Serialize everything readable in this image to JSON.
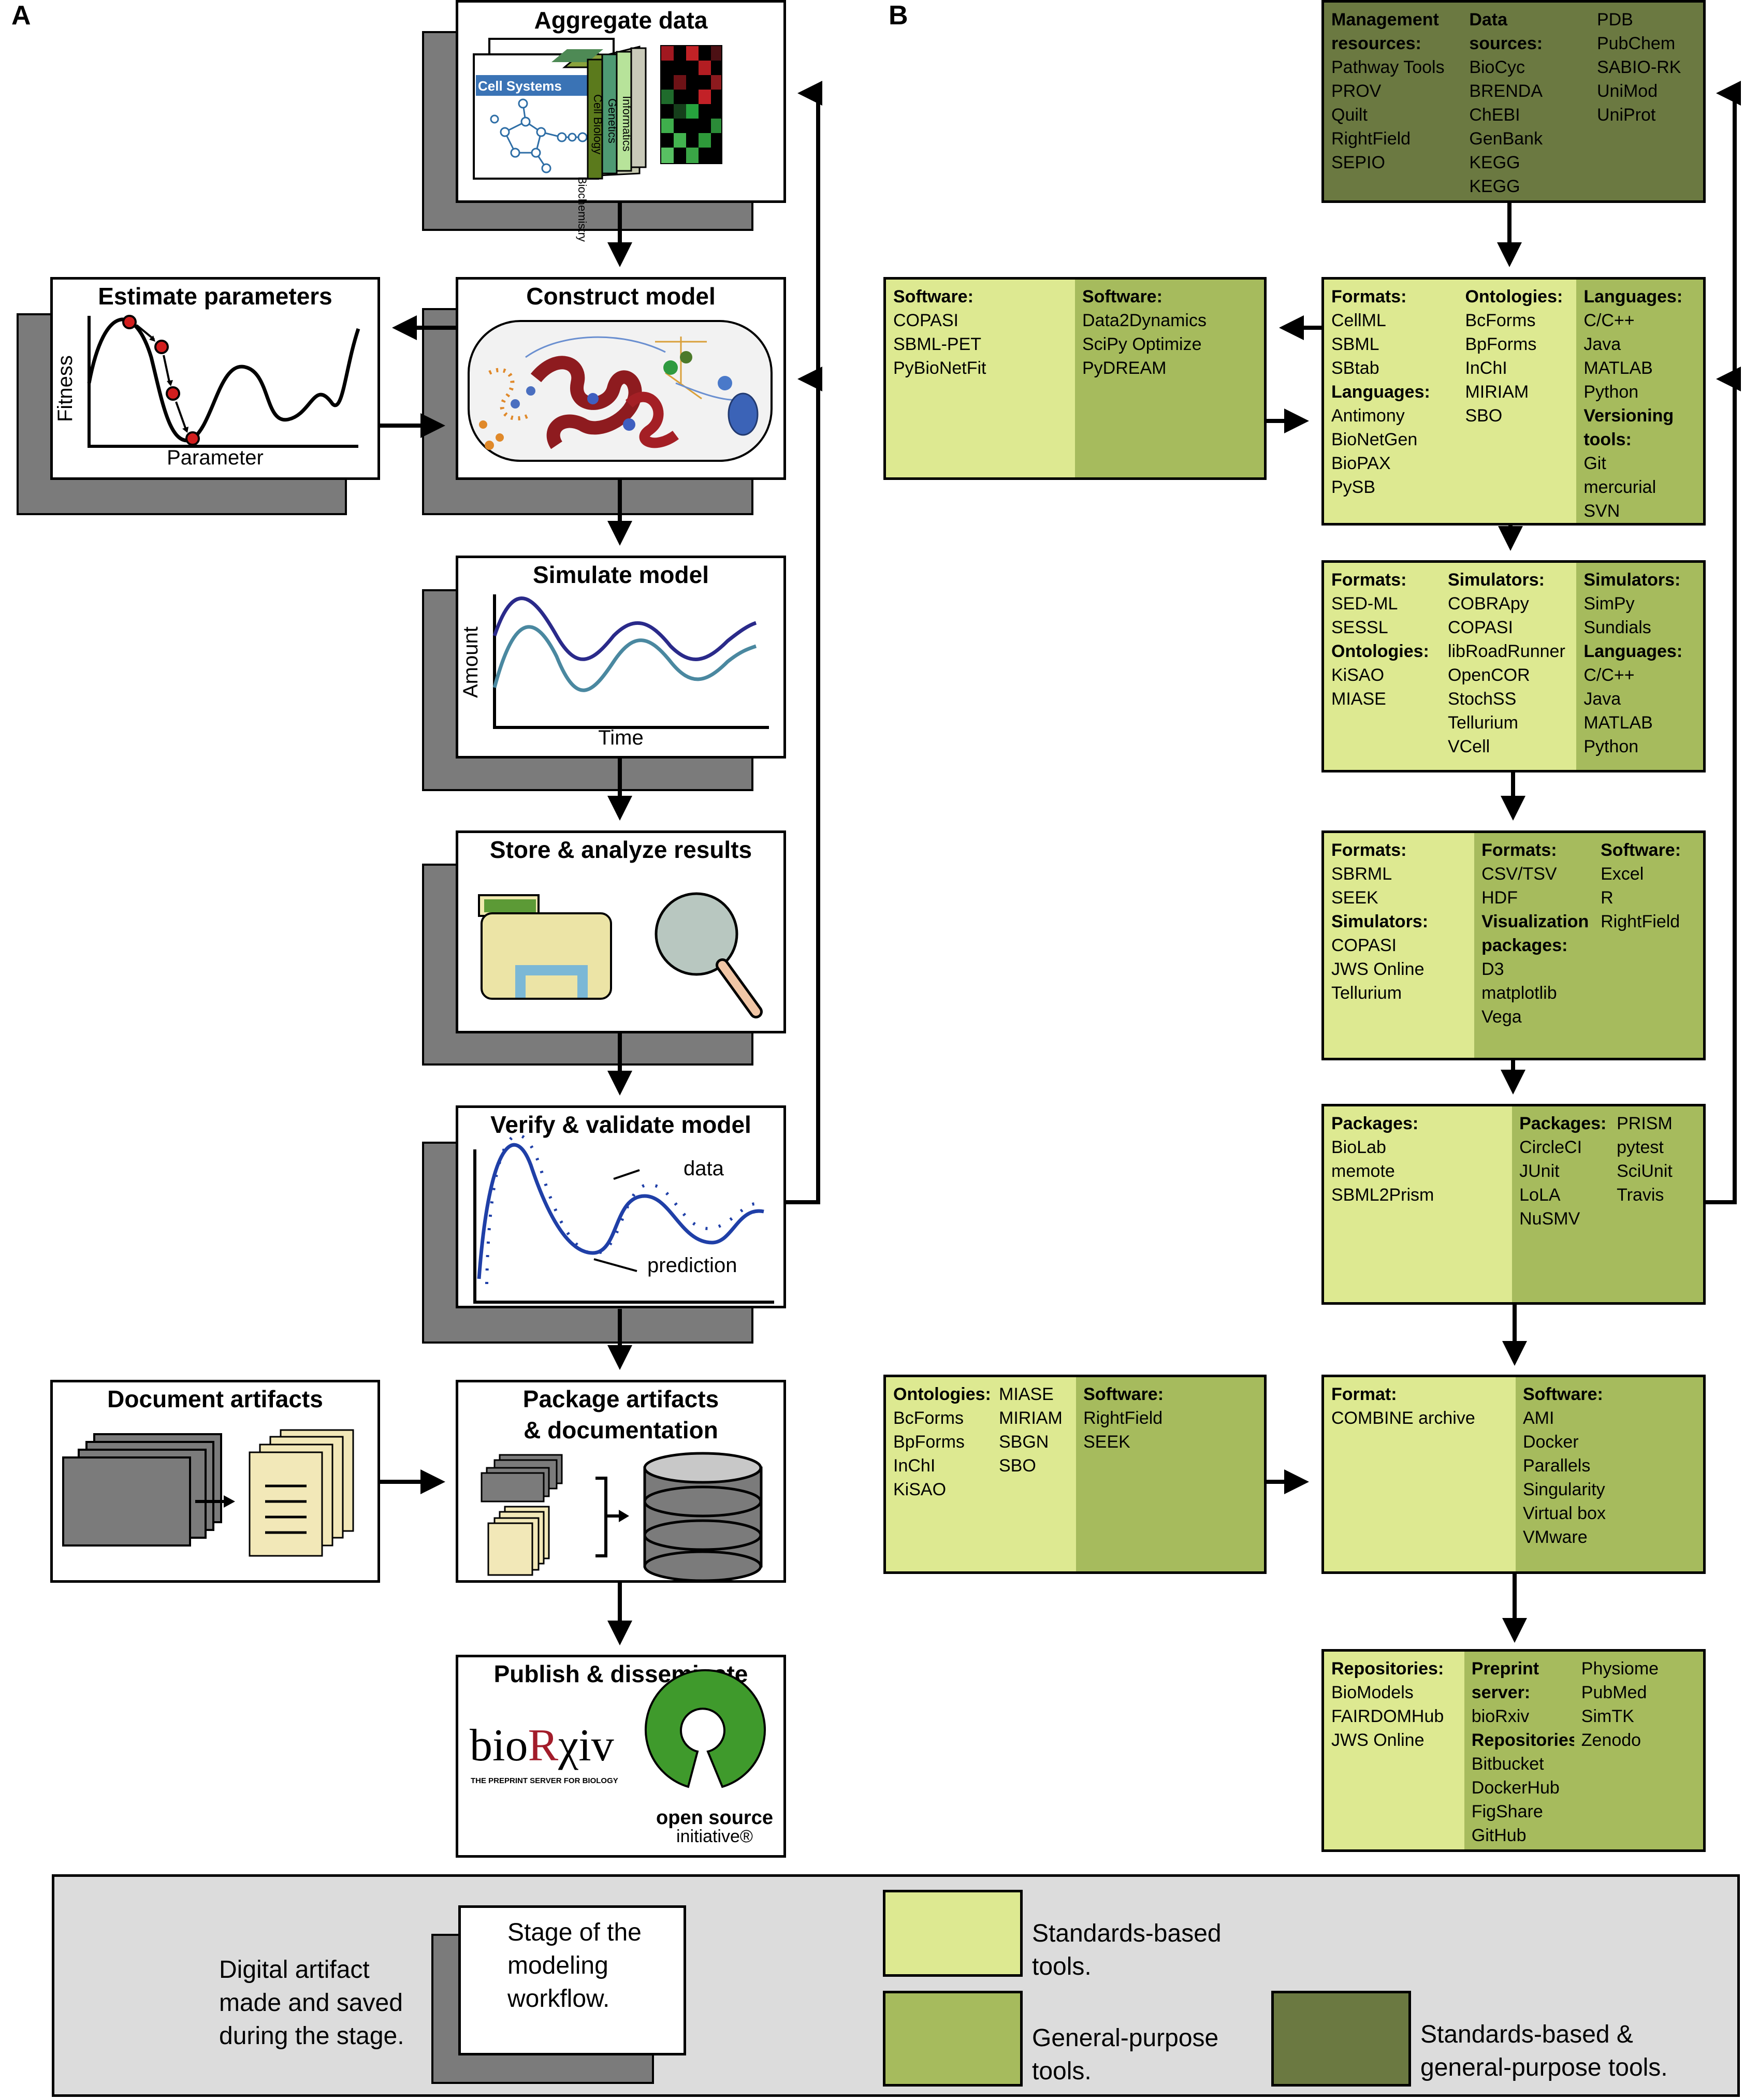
{
  "panels": {
    "a": "A",
    "b": "B"
  },
  "stages": {
    "aggregate": "Aggregate data",
    "construct": "Construct model",
    "estimate": "Estimate parameters",
    "simulate": "Simulate model",
    "store": "Store & analyze results",
    "verify": "Verify & validate model",
    "document": "Document  artifacts",
    "package_1": "Package artifacts",
    "package_2": "& documentation",
    "publish": "Publish & disseminate"
  },
  "aggregate_art": {
    "cell_systems": "Cell Systems",
    "books": [
      "Biochemistry",
      "Cell Biology",
      "Genetics",
      "Informatics"
    ]
  },
  "estimate_plot": {
    "ylabel": "Fitness",
    "xlabel": "Parameter"
  },
  "simulate_plot": {
    "ylabel": "Amount",
    "xlabel": "Time"
  },
  "verify_plot": {
    "data_label": "data",
    "prediction_label": "prediction"
  },
  "logos": {
    "biorxiv_1": "bio",
    "biorxiv_2": "R",
    "biorxiv_3": "χiv",
    "biorxiv_tagline": "THE PREPRINT SERVER FOR BIOLOGY",
    "osi_1": "open source",
    "osi_2": "initiative®"
  },
  "tools": {
    "aggregate": [
      {
        "tone": "d",
        "sections": [
          {
            "header": [
              "Management",
              "resources:"
            ],
            "items": [
              "Pathway Tools",
              "PROV",
              "Quilt",
              "RightField",
              "SEPIO"
            ]
          }
        ]
      },
      {
        "tone": "d",
        "sections": [
          {
            "header": [
              "Data sources:"
            ],
            "items": [
              "BioCyc",
              "BRENDA",
              "ChEBI",
              "GenBank",
              "KEGG",
              "KEGG Pathway"
            ]
          }
        ]
      },
      {
        "tone": "d",
        "sections": [
          {
            "header": [
              " "
            ],
            "items": [
              "PDB",
              "PubChem",
              "SABIO-RK",
              "UniMod",
              "UniProt"
            ]
          }
        ]
      }
    ],
    "construct": [
      {
        "tone": "l",
        "sections": [
          {
            "header": [
              "Formats:"
            ],
            "items": [
              "CellML",
              "SBML",
              "SBtab"
            ]
          },
          {
            "header": [
              "Languages:"
            ],
            "items": [
              "Antimony",
              "BioNetGen",
              "BioPAX",
              "PySB"
            ]
          }
        ]
      },
      {
        "tone": "l",
        "sections": [
          {
            "header": [
              "Ontologies:"
            ],
            "items": [
              "BcForms",
              "BpForms",
              "InChI",
              "MIRIAM",
              "SBO"
            ]
          }
        ]
      },
      {
        "tone": "g",
        "sections": [
          {
            "header": [
              "Languages:"
            ],
            "items": [
              "C/C++",
              "Java",
              "MATLAB",
              "Python"
            ]
          },
          {
            "header": [
              "Versioning",
              "tools:"
            ],
            "items": [
              "Git",
              "mercurial",
              "SVN"
            ]
          }
        ]
      }
    ],
    "estimate": [
      {
        "tone": "l",
        "sections": [
          {
            "header": [
              "Software:"
            ],
            "items": [
              "COPASI",
              "SBML-PET",
              "PyBioNetFit"
            ]
          }
        ]
      },
      {
        "tone": "g",
        "sections": [
          {
            "header": [
              "Software:"
            ],
            "items": [
              "Data2Dynamics",
              "SciPy Optimize",
              "PyDREAM"
            ]
          }
        ]
      }
    ],
    "simulate": [
      {
        "tone": "l",
        "sections": [
          {
            "header": [
              "Formats:"
            ],
            "items": [
              "SED-ML",
              "SESSL"
            ]
          },
          {
            "header": [
              "Ontologies:"
            ],
            "items": [
              "KiSAO",
              "MIASE"
            ]
          }
        ]
      },
      {
        "tone": "l",
        "sections": [
          {
            "header": [
              "Simulators:"
            ],
            "items": [
              "COBRApy",
              "COPASI",
              "libRoadRunner",
              "OpenCOR",
              "StochSS",
              "Tellurium",
              "VCell"
            ]
          }
        ]
      },
      {
        "tone": "g",
        "sections": [
          {
            "header": [
              "Simulators:"
            ],
            "items": [
              "SimPy",
              "Sundials"
            ]
          },
          {
            "header": [
              "Languages:"
            ],
            "items": [
              "C/C++",
              "Java",
              "MATLAB",
              "Python"
            ]
          }
        ]
      }
    ],
    "store": [
      {
        "tone": "l",
        "sections": [
          {
            "header": [
              "Formats:"
            ],
            "items": [
              "SBRML",
              "SEEK"
            ]
          },
          {
            "header": [
              "Simulators:"
            ],
            "items": [
              "COPASI",
              "JWS Online",
              "Tellurium"
            ]
          }
        ]
      },
      {
        "tone": "g",
        "sections": [
          {
            "header": [
              "Formats:"
            ],
            "items": [
              "CSV/TSV",
              "HDF"
            ]
          },
          {
            "header": [
              "Visualization",
              "packages:"
            ],
            "items": [
              "D3",
              "matplotlib",
              "Vega"
            ]
          }
        ]
      },
      {
        "tone": "g",
        "sections": [
          {
            "header": [
              "Software:"
            ],
            "items": [
              "Excel",
              "R",
              "RightField"
            ]
          }
        ]
      }
    ],
    "verify": [
      {
        "tone": "l",
        "sections": [
          {
            "header": [
              "Packages:"
            ],
            "items": [
              "BioLab",
              "memote",
              "SBML2Prism"
            ]
          }
        ]
      },
      {
        "tone": "g",
        "sections": [
          {
            "header": [
              "Packages:"
            ],
            "items": [
              "CircleCI",
              "JUnit",
              "LoLA",
              "NuSMV"
            ]
          }
        ]
      },
      {
        "tone": "g",
        "sections": [
          {
            "header": [
              " "
            ],
            "items": [
              "PRISM",
              "pytest",
              "SciUnit",
              "Travis"
            ]
          }
        ]
      }
    ],
    "document": [
      {
        "tone": "l",
        "sections": [
          {
            "header": [
              "Ontologies:"
            ],
            "items": [
              "BcForms",
              "BpForms",
              "InChI",
              "KiSAO"
            ]
          }
        ]
      },
      {
        "tone": "l",
        "sections": [
          {
            "header": [
              " "
            ],
            "items": [
              "MIASE",
              "MIRIAM",
              "SBGN",
              "SBO"
            ]
          }
        ]
      },
      {
        "tone": "g",
        "sections": [
          {
            "header": [
              "Software:"
            ],
            "items": [
              "RightField",
              "SEEK"
            ]
          }
        ]
      }
    ],
    "package": [
      {
        "tone": "l",
        "sections": [
          {
            "header": [
              "Format:"
            ],
            "items": [
              "COMBINE archive"
            ]
          }
        ]
      },
      {
        "tone": "g",
        "sections": [
          {
            "header": [
              "Software:"
            ],
            "items": [
              "AMI",
              "Docker",
              "Parallels",
              "Singularity",
              "Virtual box",
              "VMware"
            ]
          }
        ]
      }
    ],
    "publish": [
      {
        "tone": "l",
        "sections": [
          {
            "header": [
              "Repositories:"
            ],
            "items": [
              "BioModels",
              "FAIRDOMHub",
              "JWS Online"
            ]
          }
        ]
      },
      {
        "tone": "g",
        "sections": [
          {
            "header": [
              "Preprint server:"
            ],
            "items": [
              "bioRxiv"
            ]
          },
          {
            "header": [
              "Repositories:"
            ],
            "items": [
              "Bitbucket",
              "DockerHub",
              "FigShare",
              "GitHub"
            ]
          }
        ]
      },
      {
        "tone": "g",
        "sections": [
          {
            "header": [
              " ",
              " ",
              " "
            ],
            "items": [
              "Physiome",
              "PubMed",
              "SimTK",
              "Zenodo"
            ]
          }
        ]
      }
    ]
  },
  "legend": {
    "artifact_1": "Digital artifact",
    "artifact_2": "made and saved",
    "artifact_3": "during the stage.",
    "stage_1": "Stage of the",
    "stage_2": "modeling",
    "stage_3": "workflow.",
    "standards_1": "Standards-based",
    "standards_2": "tools.",
    "general_1": "General-purpose",
    "general_2": "tools.",
    "both_1": "Standards-based &",
    "both_2": "general-purpose tools."
  },
  "colors": {
    "standards": "#dde991",
    "general": "#a6bb5d",
    "both": "#6b7941",
    "shadow": "#7b7b7b",
    "legend_bg": "#dcdcdc"
  }
}
